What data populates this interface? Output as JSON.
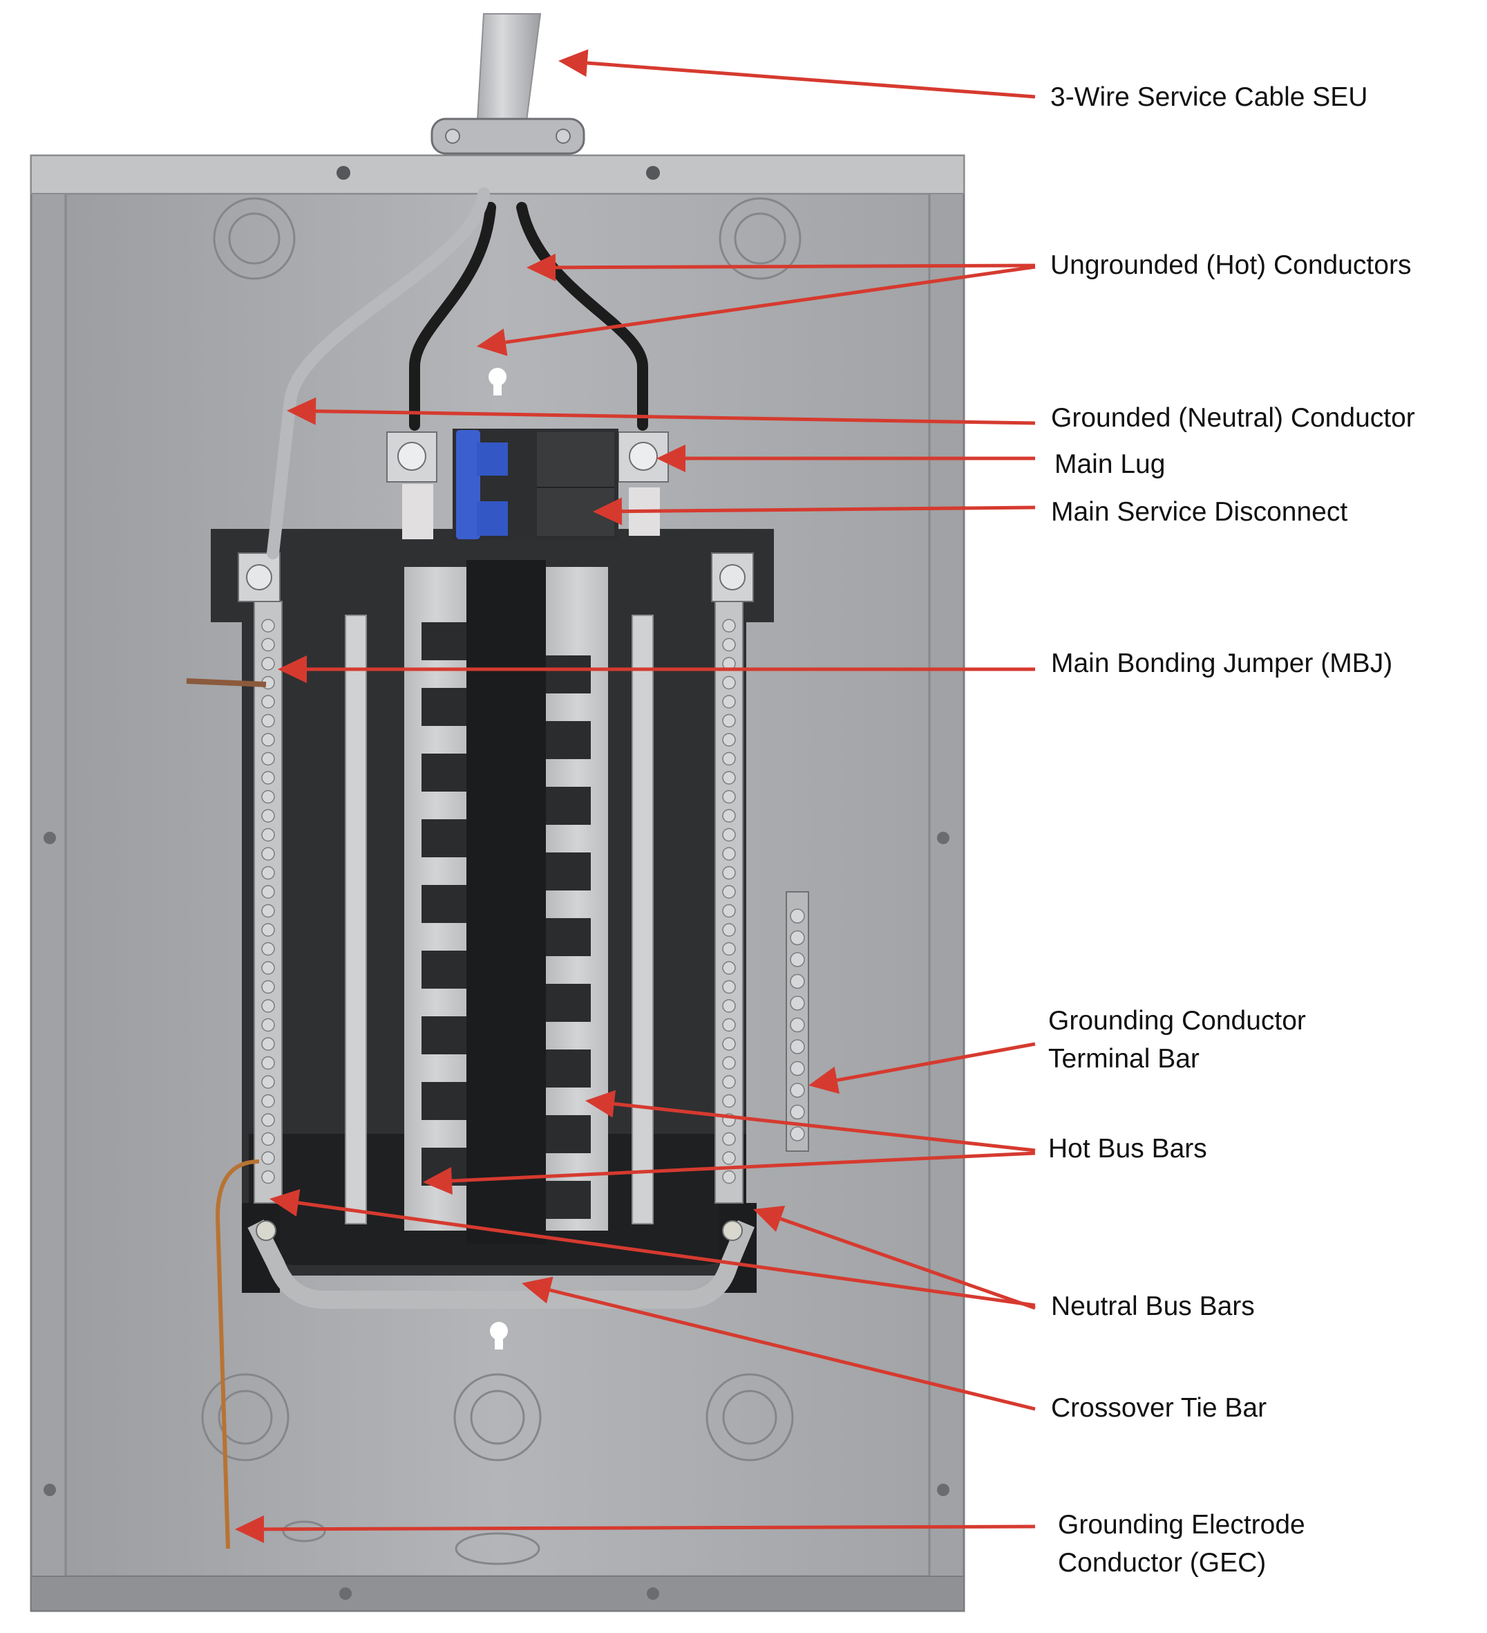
{
  "diagram": {
    "subject": "Residential electrical service panel (load center) with labeled components",
    "colors": {
      "arrow": "#d63a2f",
      "label_text": "#111111",
      "enclosure": "#a6a8ab",
      "enclosure_edge": "#8a8c8f",
      "breaker_handle": "#3b5fcf",
      "insulator": "#2b2c2e",
      "copper": "#b87333",
      "bus_metal": "#c9cacc",
      "hot_conductor": "#1c1c1c"
    },
    "labels": [
      {
        "id": "service-cable",
        "lines": [
          "3-Wire Service Cable SEU"
        ],
        "arrows": 1
      },
      {
        "id": "hot-conductors",
        "lines": [
          "Ungrounded (Hot) Conductors"
        ],
        "arrows": 2
      },
      {
        "id": "neutral-conductor",
        "lines": [
          "Grounded (Neutral) Conductor"
        ],
        "arrows": 1
      },
      {
        "id": "main-lug",
        "lines": [
          "Main Lug"
        ],
        "arrows": 1
      },
      {
        "id": "main-disconnect",
        "lines": [
          "Main Service Disconnect"
        ],
        "arrows": 1
      },
      {
        "id": "mbj",
        "lines": [
          "Main Bonding Jumper (MBJ)"
        ],
        "arrows": 1
      },
      {
        "id": "grounding-terminal-bar",
        "lines": [
          "Grounding Conductor",
          "Terminal Bar"
        ],
        "arrows": 1
      },
      {
        "id": "hot-bus-bars",
        "lines": [
          "Hot Bus Bars"
        ],
        "arrows": 2
      },
      {
        "id": "neutral-bus-bars",
        "lines": [
          "Neutral Bus Bars"
        ],
        "arrows": 2
      },
      {
        "id": "crossover-tie-bar",
        "lines": [
          "Crossover Tie Bar"
        ],
        "arrows": 1
      },
      {
        "id": "gec",
        "lines": [
          "Grounding Electrode",
          "Conductor (GEC)"
        ],
        "arrows": 1
      }
    ]
  }
}
